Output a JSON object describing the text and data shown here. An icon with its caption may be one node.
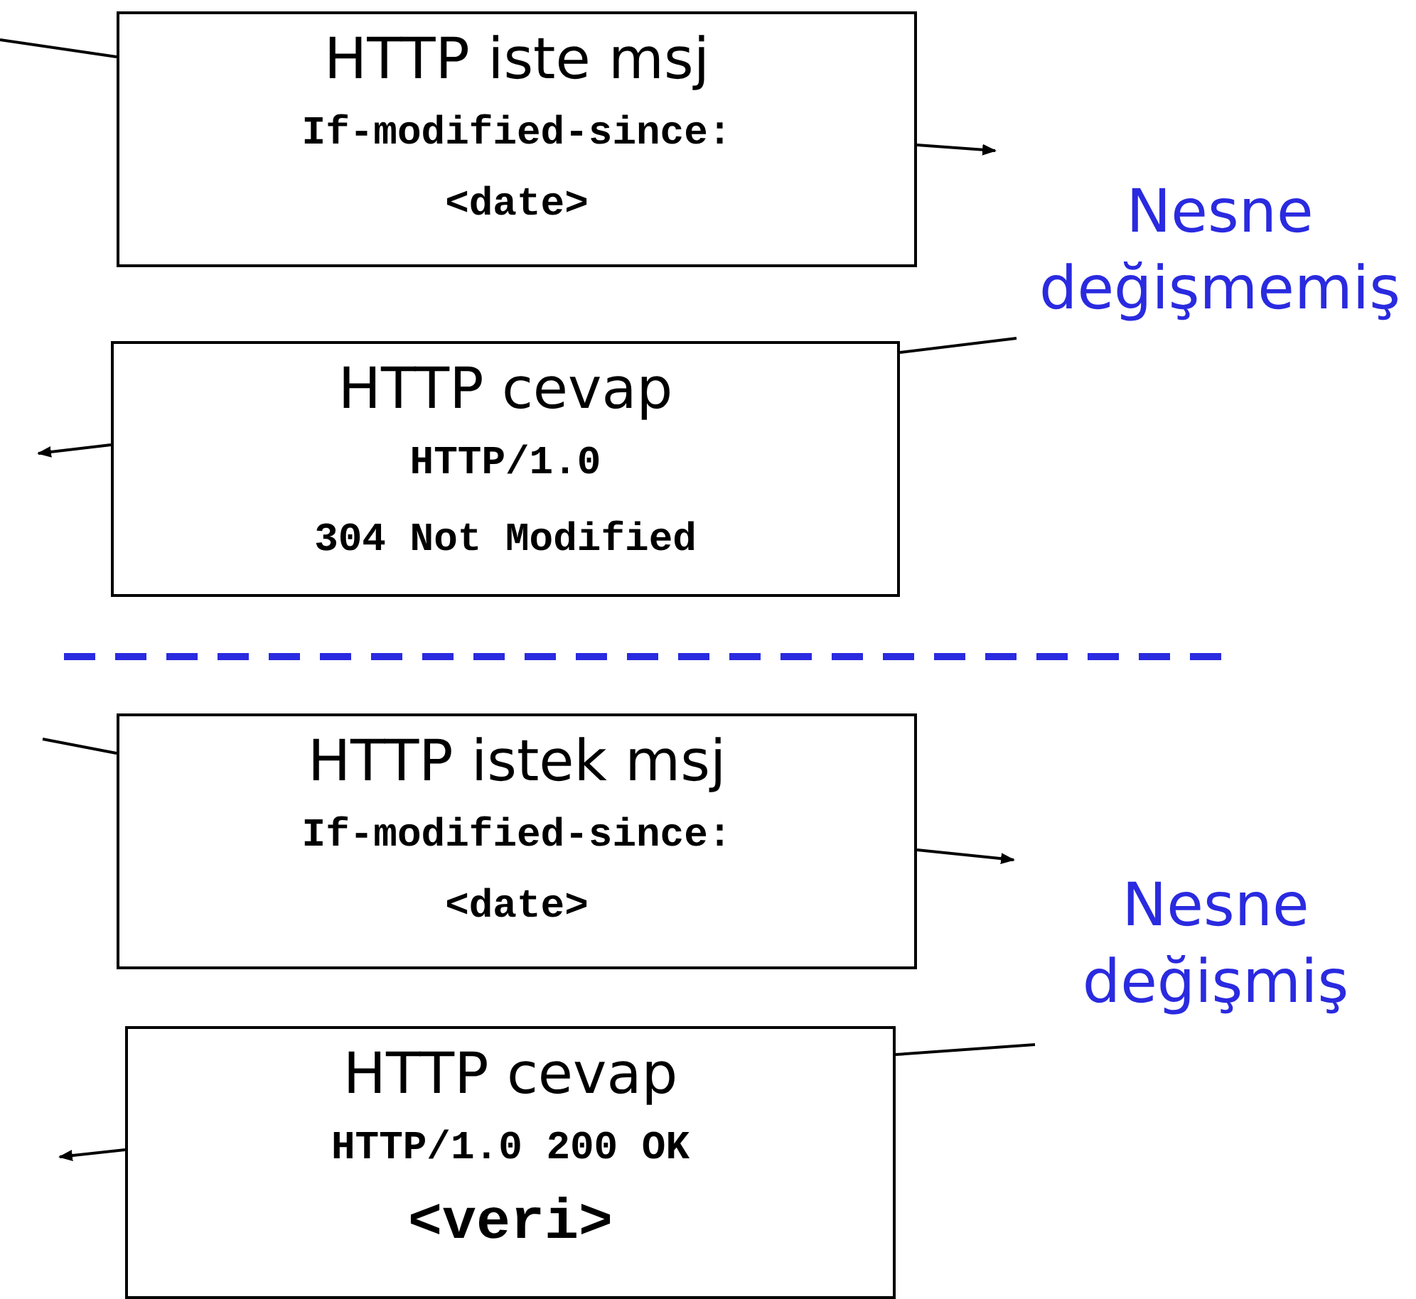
{
  "diagram": {
    "nodes": [
      {
        "text": [
          "HTTP iste msj",
          "If-modified-since: <date>"
        ]
      },
      {
        "text": [
          "HTTP cevap",
          "HTTP/1.0",
          "304 Not Modified"
        ]
      },
      {
        "text": [
          "HTTP istek msj",
          "If-modified-since: <date>"
        ]
      },
      {
        "text": [
          "HTTP cevap",
          "HTTP/1.0 200 OK",
          "<veri>"
        ]
      }
    ],
    "edges": [
      {
        "from": null,
        "to": 0,
        "arrow": "none"
      },
      {
        "from": 0,
        "to": null,
        "arrow": "to"
      },
      {
        "from": null,
        "to": 1,
        "arrow": "none"
      },
      {
        "from": 1,
        "to": null,
        "arrow": "to"
      },
      {
        "from": null,
        "to": 2,
        "arrow": "none"
      },
      {
        "from": 2,
        "to": null,
        "arrow": "to"
      },
      {
        "from": null,
        "to": 3,
        "arrow": "none"
      },
      {
        "from": 3,
        "to": null,
        "arrow": "to"
      }
    ],
    "labels": [
      "Nesne değişmemiş",
      "Nesne değişmiş"
    ]
  }
}
